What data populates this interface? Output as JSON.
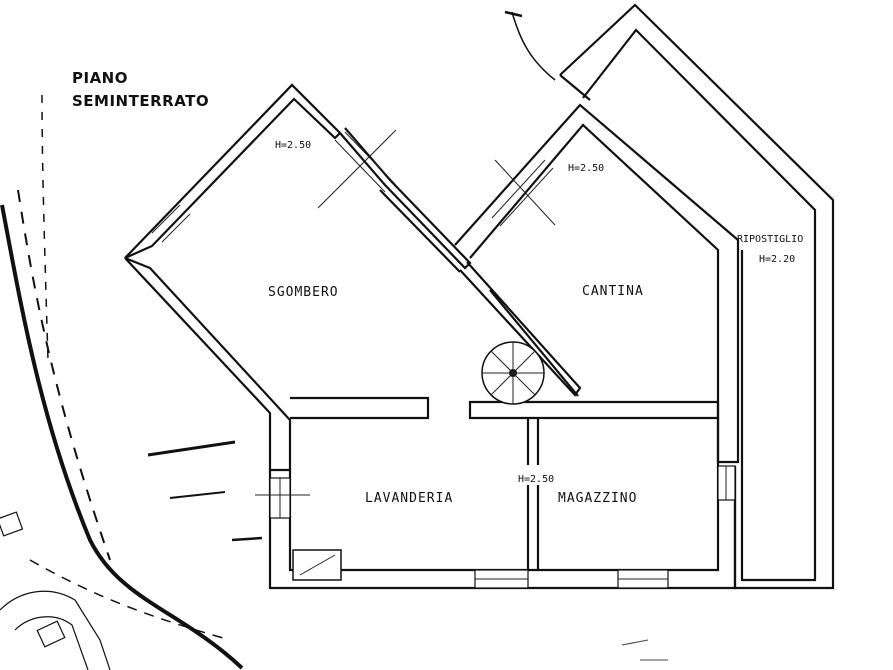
{
  "title": {
    "line1": "PIANO",
    "line2": "SEMINTERRATO"
  },
  "rooms": {
    "sgombero": {
      "name": "SGOMBERO",
      "height": "H=2.50"
    },
    "cantina": {
      "name": "CANTINA",
      "height": "H=2.50"
    },
    "ripostiglio": {
      "name": "RIPOSTIGLIO",
      "height": "H=2.20"
    },
    "lavanderia": {
      "name": "LAVANDERIA",
      "height": "H=2.50"
    },
    "magazzino": {
      "name": "MAGAZZINO"
    }
  },
  "colors": {
    "ink": "#111111",
    "paper": "#ffffff"
  }
}
